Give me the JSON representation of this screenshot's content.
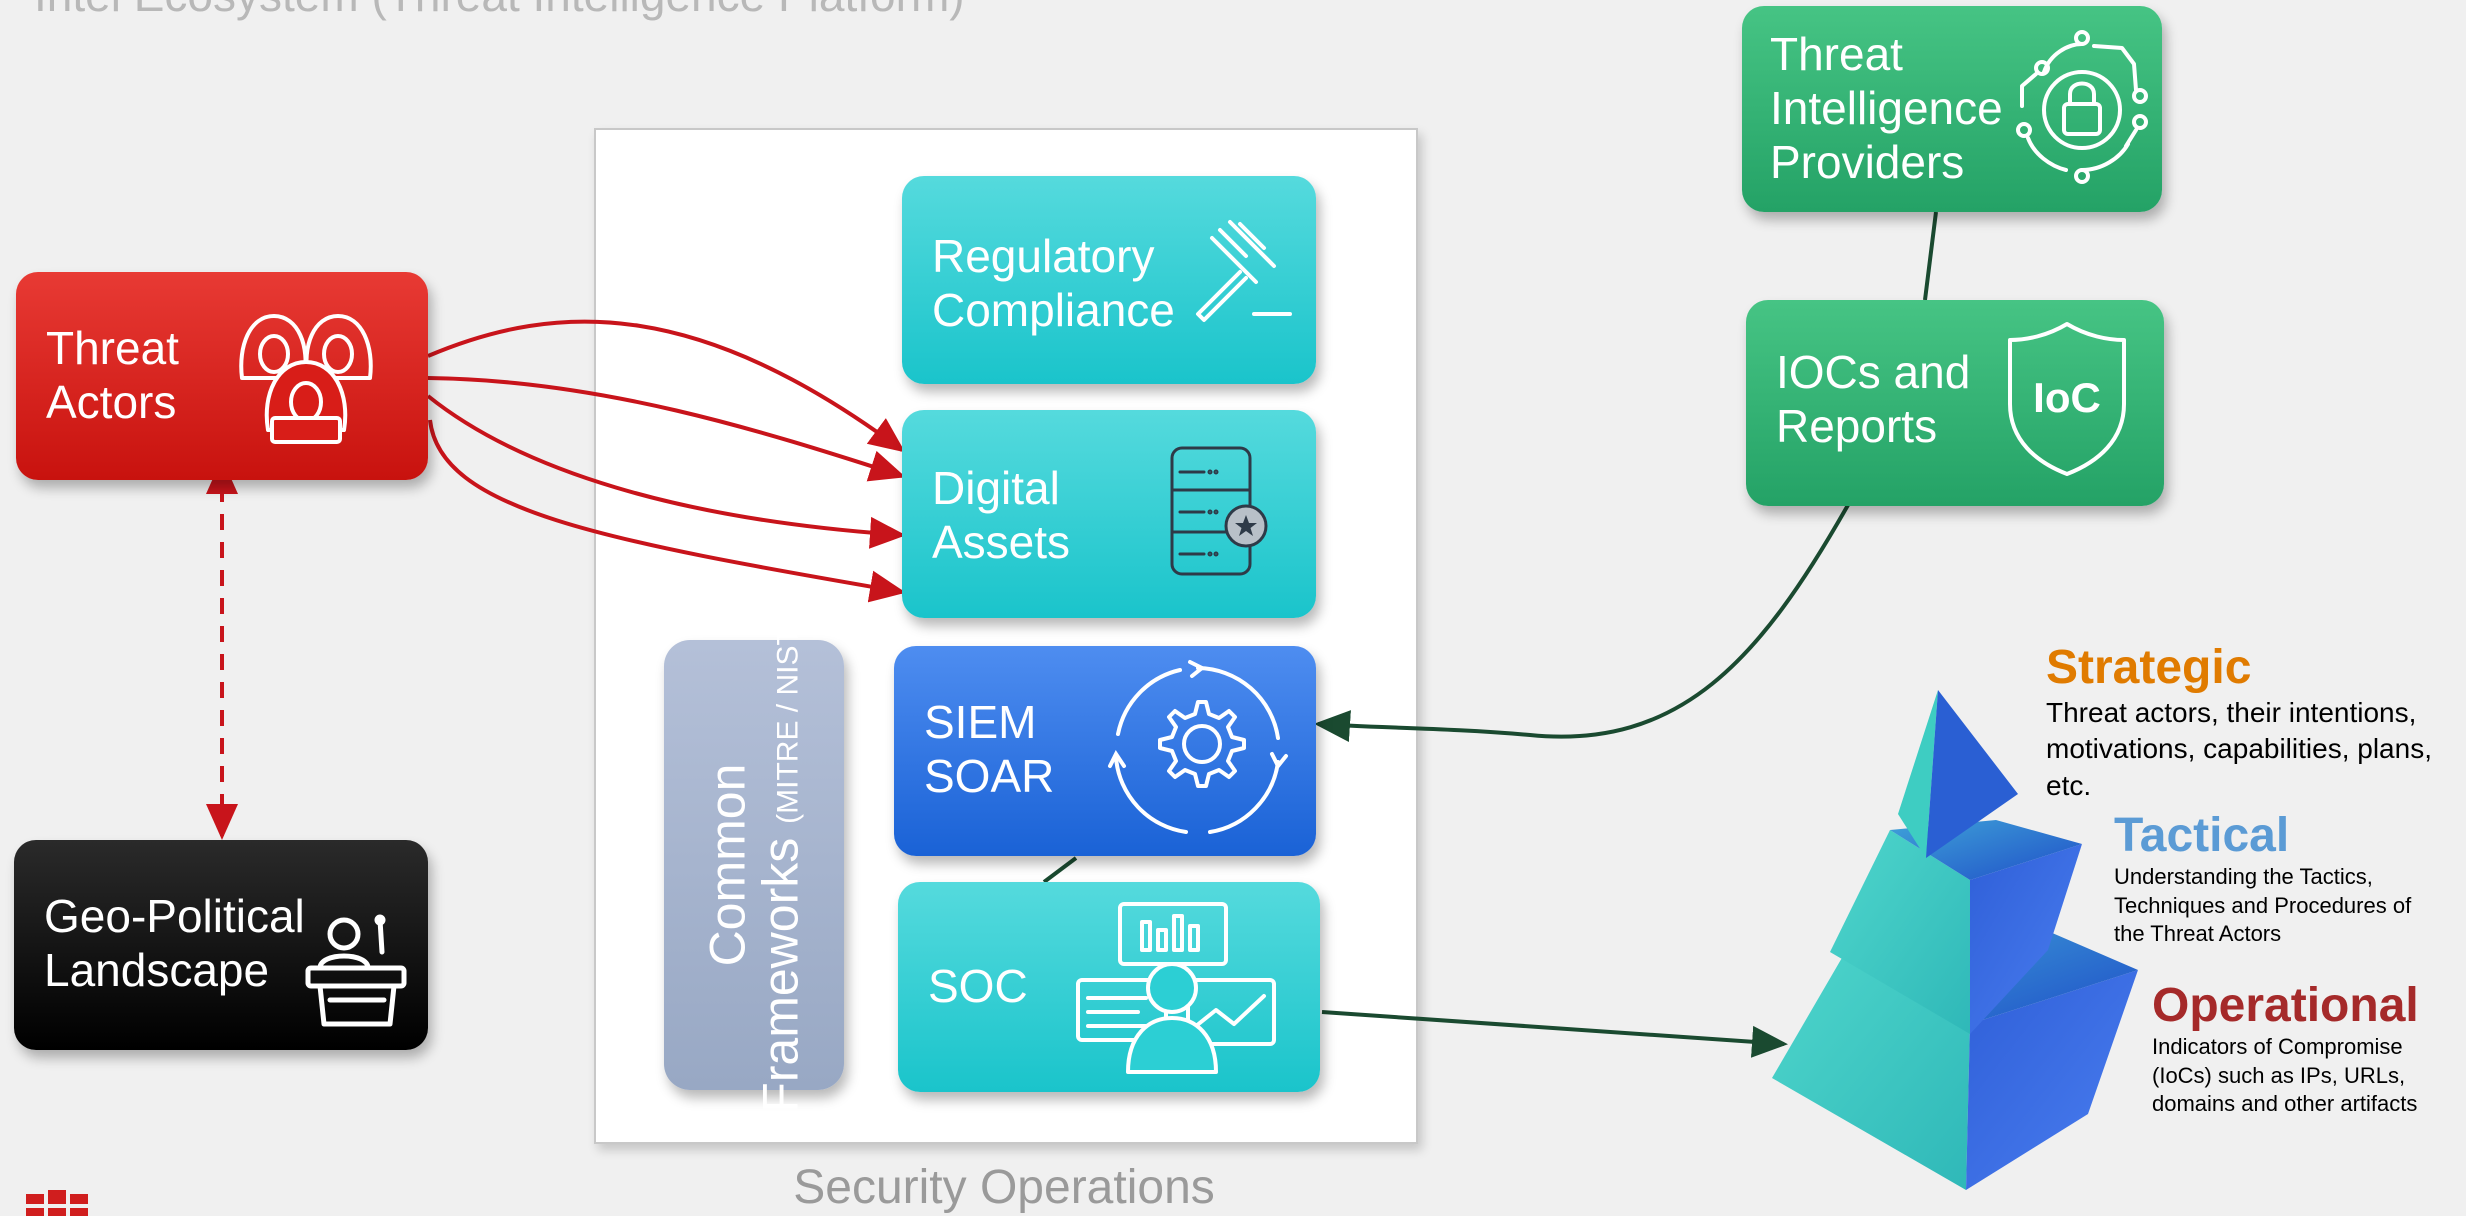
{
  "page_title": "Intel Ecosystem (Threat Intelligence Platform)",
  "footer_label": "Security Operations",
  "nodes": {
    "threat_actors": {
      "label_1": "Threat",
      "label_2": "Actors",
      "icon": "hooded-hackers-icon",
      "color": "#d81d18"
    },
    "geopolitical": {
      "label_1": "Geo-Political",
      "label_2": "Landscape",
      "icon": "speaker-podium-icon",
      "color": "#000000"
    },
    "regulatory": {
      "label_1": "Regulatory",
      "label_2": "Compliance",
      "icon": "gavel-icon",
      "color": "#2ccfd4"
    },
    "digital_assets": {
      "label_1": "Digital",
      "label_2": "Assets",
      "icon": "server-star-icon",
      "color": "#2ccfd4"
    },
    "siem": {
      "label_1": "SIEM",
      "label_2": "SOAR",
      "icon": "gear-cycle-icon",
      "color": "#2b76e3"
    },
    "soc": {
      "label": "SOC",
      "icon": "analyst-dashboard-icon",
      "color": "#2ccfd4"
    },
    "frameworks": {
      "label_1": "Common",
      "label_2": "Frameworks",
      "label_3": "(MITRE / NIST)",
      "color": "#a6b3ce"
    },
    "ti_providers": {
      "label_1": "Threat",
      "label_2": "Intelligence",
      "label_3": "Providers",
      "icon": "lock-circuit-icon",
      "color": "#35b575"
    },
    "iocs": {
      "label_1": "IOCs and",
      "label_2": "Reports",
      "icon_text": "IoC",
      "icon": "ioc-shield-icon",
      "color": "#35b575"
    }
  },
  "pyramid": {
    "strategic": {
      "title": "Strategic",
      "desc_1": "Threat actors, their intentions,",
      "desc_2": "motivations, capabilities, plans,",
      "desc_3": "etc.",
      "color": "#e07b00"
    },
    "tactical": {
      "title": "Tactical",
      "desc_1": "Understanding the Tactics,",
      "desc_2": "Techniques and Procedures of",
      "desc_3": "the Threat Actors",
      "color": "#5b9bd5"
    },
    "operational": {
      "title": "Operational",
      "desc_1": "Indicators of Compromise",
      "desc_2": "(IoCs) such as IPs, URLs,",
      "desc_3": "domains and other artifacts",
      "color": "#a52a2a"
    }
  },
  "colors": {
    "threat_arrow": "#c8141b",
    "intel_arrow": "#1a4a30",
    "pyramid_teal": "#3cc8c0",
    "pyramid_blue": "#2b5fd6",
    "logo": "#d01e1e"
  }
}
